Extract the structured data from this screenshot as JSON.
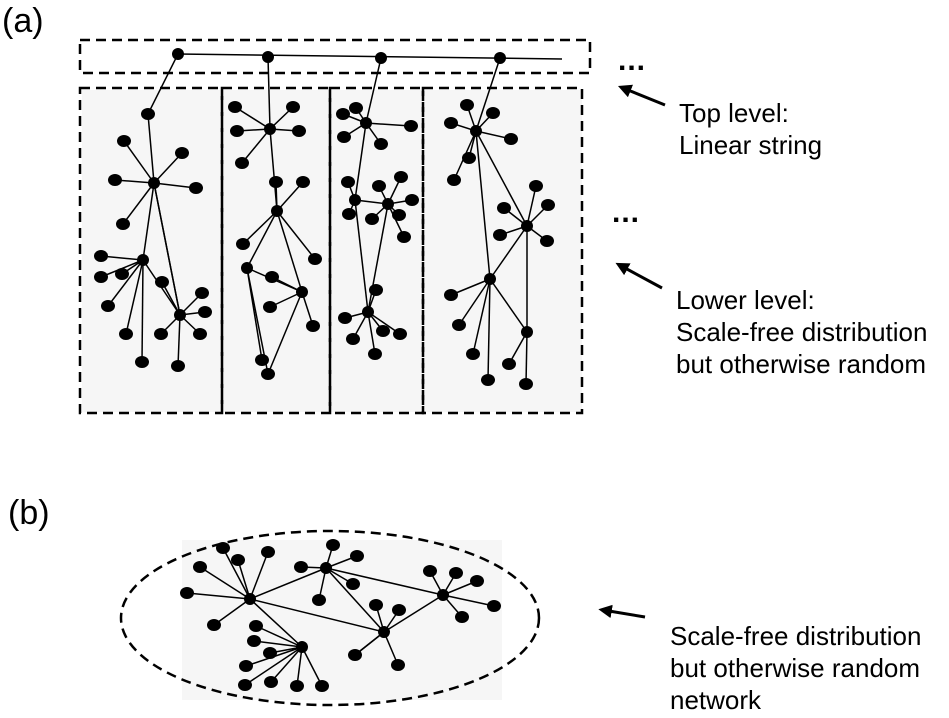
{
  "panel_a": {
    "label": "(a)",
    "ellipsis_top": "...",
    "ellipsis_lower": "...",
    "top_note": [
      "Top level:",
      "Linear string"
    ],
    "lower_note": [
      "Lower level:",
      "Scale-free distribution",
      "but otherwise random"
    ]
  },
  "panel_b": {
    "label": "(b)",
    "note": [
      "Scale-free distribution",
      "but otherwise random",
      "network"
    ]
  }
}
